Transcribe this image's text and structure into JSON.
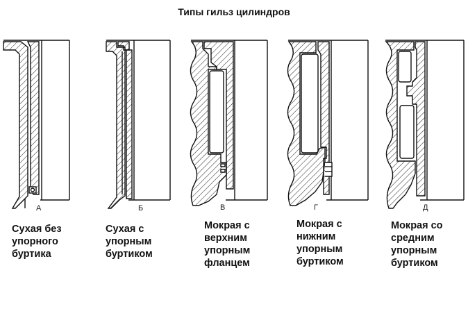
{
  "title": "Типы гильз цилиндров",
  "liners": [
    {
      "letter": "А",
      "caption": "Сухая без\nупорного\nбуртика"
    },
    {
      "letter": "Б",
      "caption": "Сухая с\nупорным\nбуртиком"
    },
    {
      "letter": "В",
      "caption": "Мокрая с\nверхним\nупорным\nфланцем"
    },
    {
      "letter": "Г",
      "caption": "Мокрая с\nнижним\nупорным\nбуртиком"
    },
    {
      "letter": "Д",
      "caption": "Мокрая со\nсредним\nупорным\nбуртиком"
    }
  ]
}
